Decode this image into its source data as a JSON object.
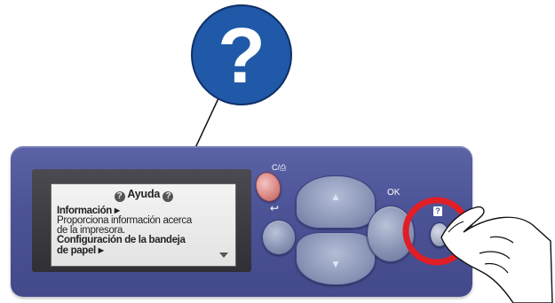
{
  "lcd": {
    "title": "Ayuda",
    "help_glyph": "?",
    "item1_title": "Información",
    "item1_desc_line1": "Proporciona información acerca",
    "item1_desc_line2": "de la impresora.",
    "item2_title_line1": "Configuración de la bandeja",
    "item2_title_line2": "de papel"
  },
  "callout": {
    "glyph": "?",
    "color": "#1f59a8"
  },
  "buttons": {
    "cancel_label": "C/",
    "ok_label": "OK",
    "help_label": "?",
    "back_symbol": "↩"
  },
  "highlight": {
    "color": "#e01e26"
  },
  "panel": {
    "color": "#4b5296"
  },
  "icons": [
    "question-circle-icon",
    "triangle-right-icon",
    "scroll-down-icon",
    "hand-icon"
  ]
}
